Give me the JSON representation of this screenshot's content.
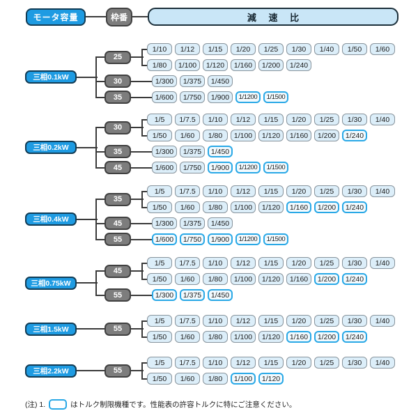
{
  "header": {
    "motor_capacity_label": "モータ容量",
    "frame_label": "枠番",
    "ratio_label": "減 速 比"
  },
  "colors": {
    "motor_fill": "#1e9be2",
    "frame_fill": "#7d7d7d",
    "ratio_fill": "#dceef9",
    "ratio_border": "#87939c",
    "torque_limited_fill": "#f2fafe",
    "torque_limited_border": "#29a8e6",
    "ratio_header_fill": "#c9e6f7"
  },
  "sections": [
    {
      "motor": "三相0.1kW",
      "branches": [
        {
          "frame": "25",
          "rows": [
            {
              "ratios": [
                "1/10",
                "1/12",
                "1/15",
                "1/20",
                "1/25",
                "1/30",
                "1/40",
                "1/50",
                "1/60"
              ],
              "torque_limited": [
                false,
                false,
                false,
                false,
                false,
                false,
                false,
                false,
                false
              ]
            },
            {
              "ratios": [
                "1/80",
                "1/100",
                "1/120",
                "1/160",
                "1/200",
                "1/240"
              ],
              "torque_limited": [
                false,
                false,
                false,
                false,
                false,
                false
              ]
            }
          ]
        },
        {
          "frame": "30",
          "rows": [
            {
              "ratios": [
                "1/300",
                "1/375",
                "1/450"
              ],
              "torque_limited": [
                false,
                false,
                false
              ]
            }
          ]
        },
        {
          "frame": "35",
          "rows": [
            {
              "ratios": [
                "1/600",
                "1/750",
                "1/900",
                "1/1200",
                "1/1500"
              ],
              "torque_limited": [
                false,
                false,
                false,
                true,
                true
              ]
            }
          ]
        }
      ]
    },
    {
      "motor": "三相0.2kW",
      "branches": [
        {
          "frame": "30",
          "rows": [
            {
              "ratios": [
                "1/5",
                "1/7.5",
                "1/10",
                "1/12",
                "1/15",
                "1/20",
                "1/25",
                "1/30",
                "1/40"
              ],
              "torque_limited": [
                false,
                false,
                false,
                false,
                false,
                false,
                false,
                false,
                false
              ]
            },
            {
              "ratios": [
                "1/50",
                "1/60",
                "1/80",
                "1/100",
                "1/120",
                "1/160",
                "1/200",
                "1/240"
              ],
              "torque_limited": [
                false,
                false,
                false,
                false,
                false,
                false,
                false,
                true
              ]
            }
          ]
        },
        {
          "frame": "35",
          "rows": [
            {
              "ratios": [
                "1/300",
                "1/375",
                "1/450"
              ],
              "torque_limited": [
                false,
                false,
                true
              ]
            }
          ]
        },
        {
          "frame": "45",
          "rows": [
            {
              "ratios": [
                "1/600",
                "1/750",
                "1/900",
                "1/1200",
                "1/1500"
              ],
              "torque_limited": [
                false,
                false,
                true,
                true,
                true
              ]
            }
          ]
        }
      ]
    },
    {
      "motor": "三相0.4kW",
      "branches": [
        {
          "frame": "35",
          "rows": [
            {
              "ratios": [
                "1/5",
                "1/7.5",
                "1/10",
                "1/12",
                "1/15",
                "1/20",
                "1/25",
                "1/30",
                "1/40"
              ],
              "torque_limited": [
                false,
                false,
                false,
                false,
                false,
                false,
                false,
                false,
                false
              ]
            },
            {
              "ratios": [
                "1/50",
                "1/60",
                "1/80",
                "1/100",
                "1/120",
                "1/160",
                "1/200",
                "1/240"
              ],
              "torque_limited": [
                false,
                false,
                false,
                false,
                false,
                true,
                true,
                true
              ]
            }
          ]
        },
        {
          "frame": "45",
          "rows": [
            {
              "ratios": [
                "1/300",
                "1/375",
                "1/450"
              ],
              "torque_limited": [
                false,
                false,
                false
              ]
            }
          ]
        },
        {
          "frame": "55",
          "rows": [
            {
              "ratios": [
                "1/600",
                "1/750",
                "1/900",
                "1/1200",
                "1/1500"
              ],
              "torque_limited": [
                true,
                true,
                true,
                true,
                true
              ]
            }
          ]
        }
      ]
    },
    {
      "motor": "三相0.75kW",
      "branches": [
        {
          "frame": "45",
          "rows": [
            {
              "ratios": [
                "1/5",
                "1/7.5",
                "1/10",
                "1/12",
                "1/15",
                "1/20",
                "1/25",
                "1/30",
                "1/40"
              ],
              "torque_limited": [
                false,
                false,
                false,
                false,
                false,
                false,
                false,
                false,
                false
              ]
            },
            {
              "ratios": [
                "1/50",
                "1/60",
                "1/80",
                "1/100",
                "1/120",
                "1/160",
                "1/200",
                "1/240"
              ],
              "torque_limited": [
                false,
                false,
                false,
                false,
                false,
                false,
                true,
                true
              ]
            }
          ]
        },
        {
          "frame": "55",
          "rows": [
            {
              "ratios": [
                "1/300",
                "1/375",
                "1/450"
              ],
              "torque_limited": [
                true,
                true,
                true
              ]
            }
          ]
        }
      ]
    },
    {
      "motor": "三相1.5kW",
      "branches": [
        {
          "frame": "55",
          "rows": [
            {
              "ratios": [
                "1/5",
                "1/7.5",
                "1/10",
                "1/12",
                "1/15",
                "1/20",
                "1/25",
                "1/30",
                "1/40"
              ],
              "torque_limited": [
                false,
                false,
                false,
                false,
                false,
                false,
                false,
                false,
                false
              ]
            },
            {
              "ratios": [
                "1/50",
                "1/60",
                "1/80",
                "1/100",
                "1/120",
                "1/160",
                "1/200",
                "1/240"
              ],
              "torque_limited": [
                false,
                false,
                false,
                false,
                false,
                true,
                true,
                true
              ]
            }
          ]
        }
      ]
    },
    {
      "motor": "三相2.2kW",
      "branches": [
        {
          "frame": "55",
          "rows": [
            {
              "ratios": [
                "1/5",
                "1/7.5",
                "1/10",
                "1/12",
                "1/15",
                "1/20",
                "1/25",
                "1/30",
                "1/40"
              ],
              "torque_limited": [
                false,
                false,
                false,
                false,
                false,
                false,
                false,
                false,
                false
              ]
            },
            {
              "ratios": [
                "1/50",
                "1/60",
                "1/80",
                "1/100",
                "1/120"
              ],
              "torque_limited": [
                false,
                false,
                false,
                true,
                true
              ]
            }
          ]
        }
      ]
    }
  ],
  "footnote": {
    "prefix": "(注) 1.",
    "text": "はトルク制限機種です。性能表の許容トルクに特にご注意ください。"
  }
}
